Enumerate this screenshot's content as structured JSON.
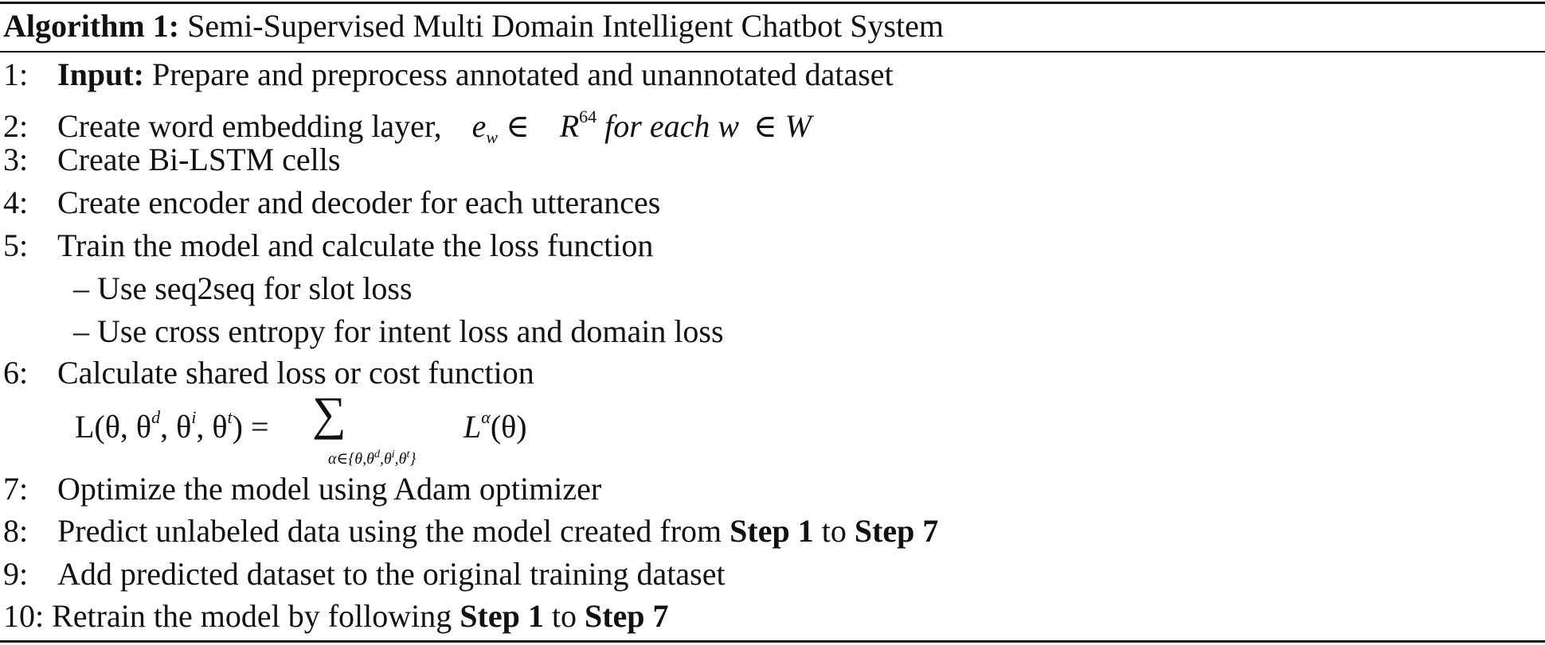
{
  "caption": {
    "label": "Algorithm 1:",
    "title": "Semi-Supervised Multi Domain Intelligent Chatbot System"
  },
  "steps": [
    {
      "num": "1:",
      "bold_lead": "Input:",
      "text": " Prepare and preprocess annotated and unannotated dataset"
    },
    {
      "num": "2:",
      "text": "Create word embedding layer,",
      "math": {
        "var": "e",
        "subscript": "w",
        "member": "∈",
        "set": "R",
        "superscript": "64",
        "tail": "for each w",
        "member2": "∈",
        "set2": "W"
      }
    },
    {
      "num": "3:",
      "text": "Create Bi-LSTM cells"
    },
    {
      "num": "4:",
      "text": "Create encoder and decoder for each utterances"
    },
    {
      "num": "5:",
      "text": "Train the model and calculate the loss function",
      "subitems": [
        "– Use seq2seq for slot loss",
        "– Use cross entropy for intent loss and domain loss"
      ]
    },
    {
      "num": "6:",
      "text": "Calculate shared loss or cost function",
      "formula": {
        "lhs_open": "L(θ, θ",
        "sup_d": "d",
        "sep1": ", θ",
        "sup_i": "i",
        "sep2": ", θ",
        "sup_t": "t",
        "lhs_close": ") =",
        "sigma": "∑",
        "range_open": "α∈{θ,θ",
        "range_d": "d",
        "range_sep1": ",θ",
        "range_i": "i",
        "range_sep2": ",θ",
        "range_t": "t",
        "range_close": "}",
        "rhs_L": "L",
        "rhs_sup": "α",
        "rhs_arg": "(θ)"
      }
    },
    {
      "num": "7:",
      "text": "Optimize the model using Adam optimizer"
    },
    {
      "num": "8:",
      "text": "Predict unlabeled data using the model created from ",
      "b1": "Step 1",
      "mid": " to ",
      "b2": "Step 7"
    },
    {
      "num": "9:",
      "text": "Add predicted dataset to the original training dataset"
    },
    {
      "num": "10:",
      "text": "Retrain the model by following ",
      "b1": "Step 1",
      "mid": " to ",
      "b2": "Step 7"
    }
  ]
}
